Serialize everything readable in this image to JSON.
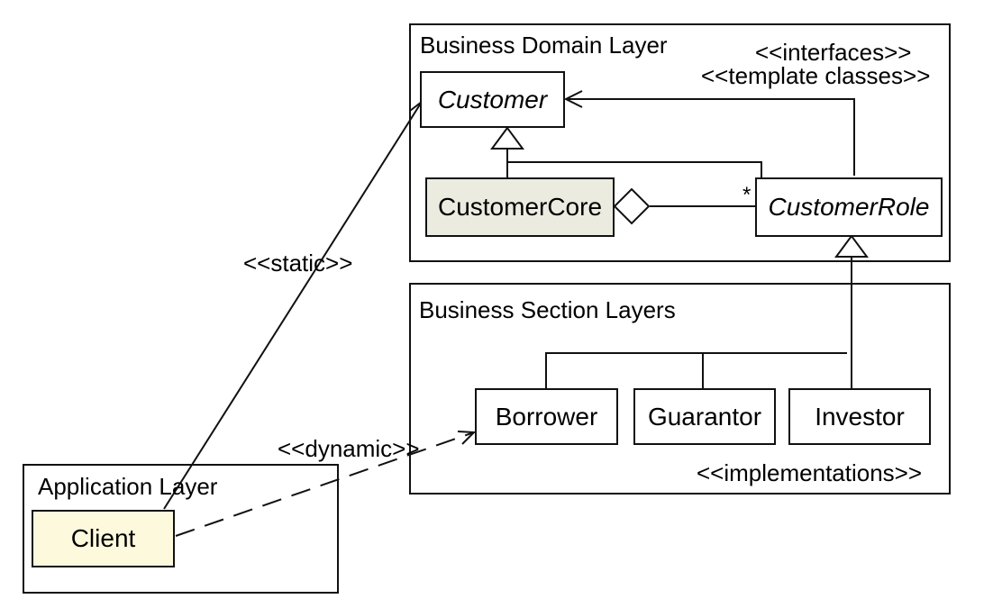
{
  "layers": {
    "business_domain": "Business Domain Layer",
    "business_section": "Business Section Layers",
    "application": "Application Layer"
  },
  "classes": {
    "customer": "Customer",
    "customer_core": "CustomerCore",
    "customer_role": "CustomerRole",
    "borrower": "Borrower",
    "guarantor": "Guarantor",
    "investor": "Investor",
    "client": "Client"
  },
  "stereotypes": {
    "interfaces": "<<interfaces>>",
    "template_classes": "<<template classes>>",
    "implementations": "<<implementations>>",
    "static": "<<static>>",
    "dynamic": "<<dynamic>>"
  },
  "multiplicity": "*",
  "colors": {
    "customer_core_fill": "#ecebe0",
    "client_fill": "#fcf9dc",
    "stroke": "#111111"
  }
}
